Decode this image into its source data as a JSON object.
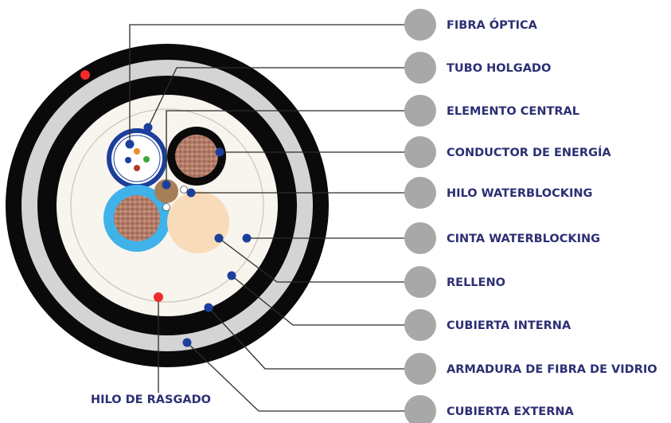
{
  "labels": [
    "FIBRA ÓPTICA",
    "TUBO HOLGADO",
    "ELEMENTO CENTRAL",
    "CONDUCTOR DE ENERGÍA",
    "HILO WATERBLOCKING",
    "CINTA WATERBLOCKING",
    "RELLENO",
    "CUBIERTA INTERNA",
    "ARMADURA DE FIBRA DE VIDRIO",
    "CUBIERTA EXTERNA"
  ],
  "bottom_label": "HILO DE RASGADO",
  "colors": {
    "text": "#2d2f74",
    "jacket": "#0a0a0a",
    "armor": "#d4d4d4",
    "inner_space": "#f8f4ee",
    "tube_ring": "#1c3f9c",
    "conductor_ring": "#3fb2ea",
    "copper": "#b17a66",
    "filler": "#f8dbb8",
    "marker_blue": "#1c3f9c",
    "marker_red": "#ef2c2c",
    "label_dot": "#a8a8a8"
  },
  "icons": [
    "cable-cross-section-icon"
  ]
}
